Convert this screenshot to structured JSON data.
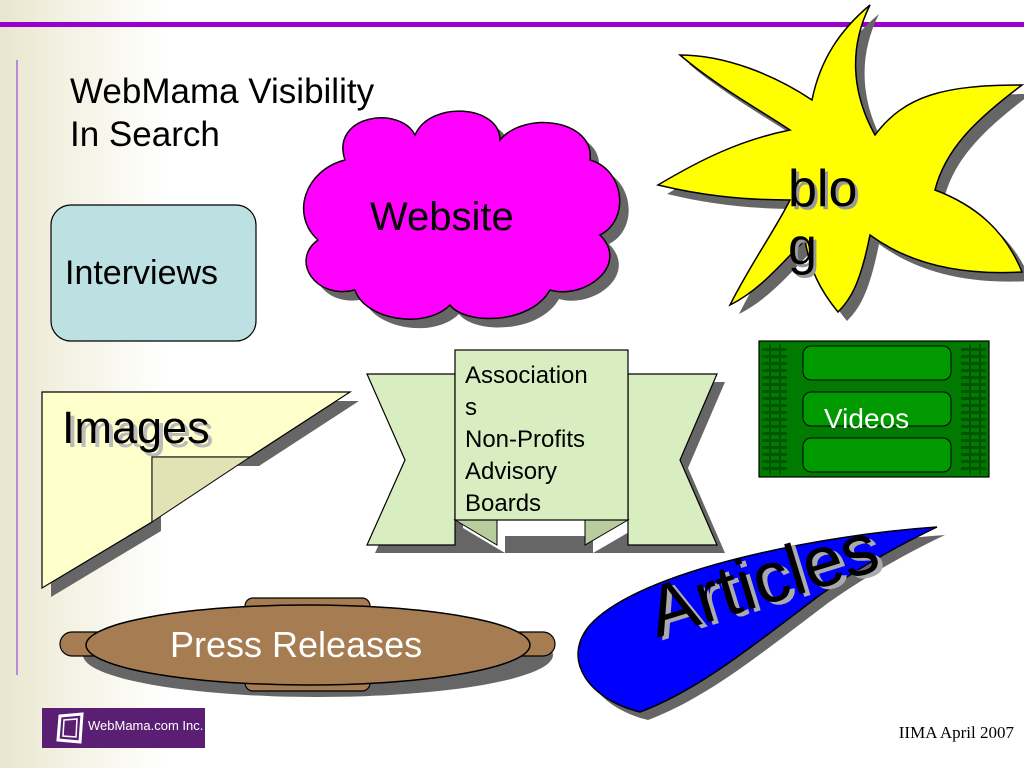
{
  "slide": {
    "title_line1": "WebMama Visibility",
    "title_line2": "In Search",
    "footer": "IIMA April 2007",
    "logo_text": "WebMama.com Inc."
  },
  "shapes": {
    "website": "Website",
    "blog_line1": "blo",
    "blog_line2": "g",
    "interviews": "Interviews",
    "images": "Images",
    "associations_lines": [
      "Association",
      "s",
      "Non-Profits",
      "Advisory",
      "Boards"
    ],
    "videos": "Videos",
    "press_releases": "Press Releases",
    "articles": "Articles"
  },
  "colors": {
    "accent_purple": "#9900cc",
    "website_magenta": "#ff00ff",
    "blog_yellow": "#ffff00",
    "interviews_blue": "#bde0e3",
    "images_cream": "#ffffcc",
    "associations_green": "#d9eec0",
    "videos_green": "#007a00",
    "press_brown": "#a67c52",
    "articles_blue": "#0000ff"
  }
}
